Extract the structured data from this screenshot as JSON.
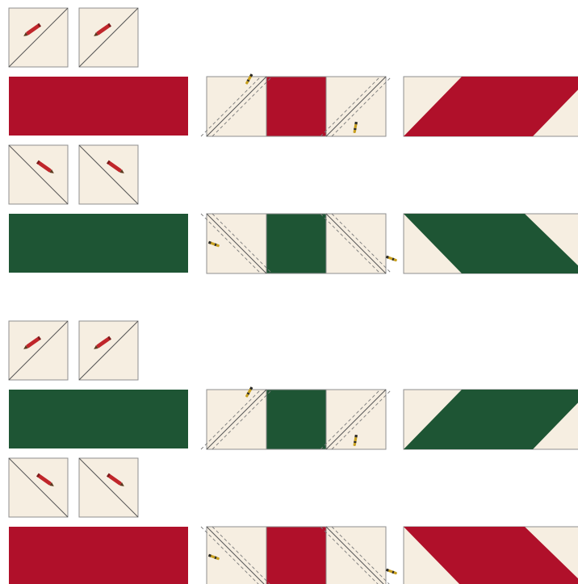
{
  "colors": {
    "background": "#ffffff",
    "cream": "#f6eee1",
    "red": "#b0102a",
    "green": "#1e5534",
    "outline": "#8f8f8f",
    "seam": "#7a7a7a",
    "pencil_body": "#c0262b",
    "pencil_tip": "#5a3a1e",
    "needle": "#c8a020",
    "needle_dark": "#2a2a2a"
  },
  "steps": [
    {
      "strip_color": "red",
      "stitch_diagonal": "rising"
    },
    {
      "strip_color": "green",
      "stitch_diagonal": "falling"
    },
    {
      "strip_color": "green",
      "stitch_diagonal": "rising"
    },
    {
      "strip_color": "red",
      "stitch_diagonal": "falling"
    }
  ]
}
